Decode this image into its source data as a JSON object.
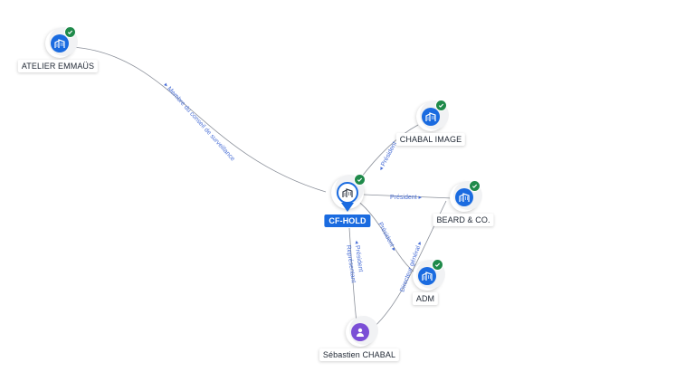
{
  "nodes": {
    "atelier": {
      "label": "ATELIER EMMAÜS",
      "icon": "building-icon",
      "verified": true
    },
    "chabal_image": {
      "label": "CHABAL IMAGE",
      "icon": "building-icon",
      "verified": true
    },
    "cf_hold": {
      "label": "CF-HOLD",
      "icon": "building-icon",
      "verified": true
    },
    "beard": {
      "label": "BEARD & CO.",
      "icon": "building-icon",
      "verified": true
    },
    "adm": {
      "label": "ADM",
      "icon": "building-icon",
      "verified": true
    },
    "sebastien": {
      "label": "Sébastien CHABAL",
      "icon": "person-icon",
      "verified": false
    }
  },
  "edges": {
    "atelier_cf": "Membre du conseil de surveillance",
    "cf_chabal_image": "Président",
    "cf_beard": "Président",
    "cf_adm": "Président",
    "seb_cf_line1": "Président",
    "seb_cf_line2": "Représentant",
    "seb_adm": "Directeur général"
  },
  "colors": {
    "accent": "#1a6be0",
    "verified": "#1f8a4a",
    "person": "#7b4fd6",
    "edge_label": "#4a6fd6"
  }
}
